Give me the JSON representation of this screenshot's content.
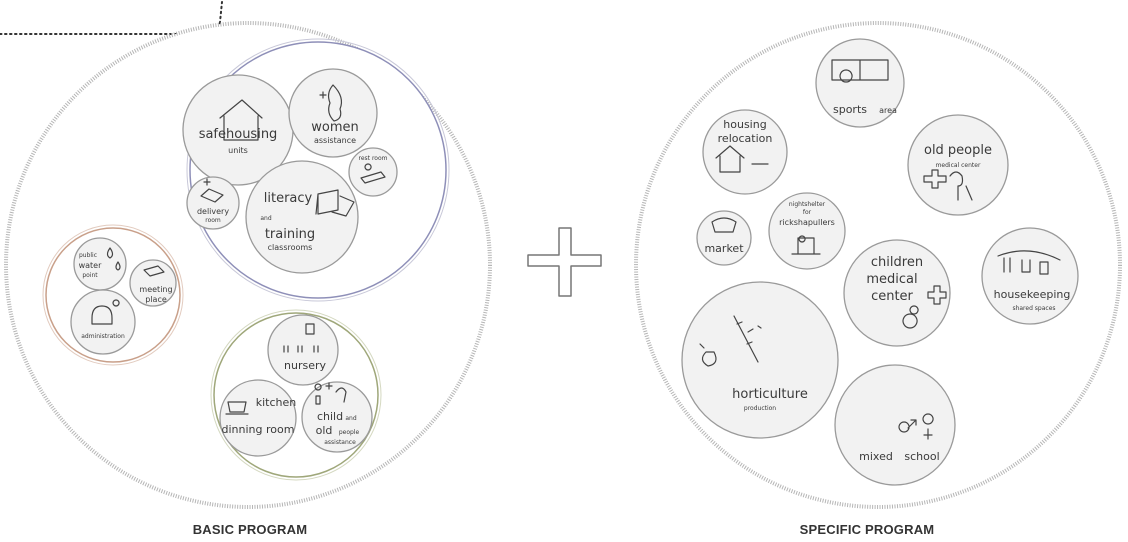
{
  "captions": {
    "left": "BASIC PROGRAM",
    "right": "SPECIFIC PROGRAM"
  },
  "basic": {
    "housing_cluster": {
      "safehousing": "safehousing",
      "safehousing_sub": "units",
      "women": "women",
      "women_sub": "assistance",
      "restroom": "rest room",
      "literacy": "literacy",
      "and": "and",
      "training": "training",
      "training_sub": "classrooms",
      "delivery": "delivery",
      "delivery_sub": "room"
    },
    "service_cluster": {
      "public": "public",
      "water": "water",
      "point": "point",
      "meeting": "meeting",
      "place": "place",
      "administration": "administration"
    },
    "child_cluster": {
      "nursery": "nursery",
      "kitchen": "kitchen",
      "dinning": "dinning room",
      "child": "child",
      "and": "and",
      "old": "old",
      "people": "people",
      "assistance": "assistance"
    }
  },
  "specific": {
    "sports": "sports",
    "sports_sub": "area",
    "housing": "housing",
    "relocation": "relocation",
    "oldpeople": "old people",
    "oldpeople_sub": "medical center",
    "market": "market",
    "night1": "nightshelter",
    "night2": "for",
    "night3": "rickshapullers",
    "children": "children",
    "medical": "medical",
    "center": "center",
    "housekeeping": "housekeeping",
    "housekeeping_sub": "shared spaces",
    "horticulture": "horticulture",
    "horticulture_sub": "production",
    "mixed": "mixed",
    "school": "school"
  },
  "colors": {
    "housing_ring": "#8e8fb8",
    "service_ring": "#c9a08a",
    "child_ring": "#9fa77a",
    "bubble_fill": "#f2f2f2"
  }
}
